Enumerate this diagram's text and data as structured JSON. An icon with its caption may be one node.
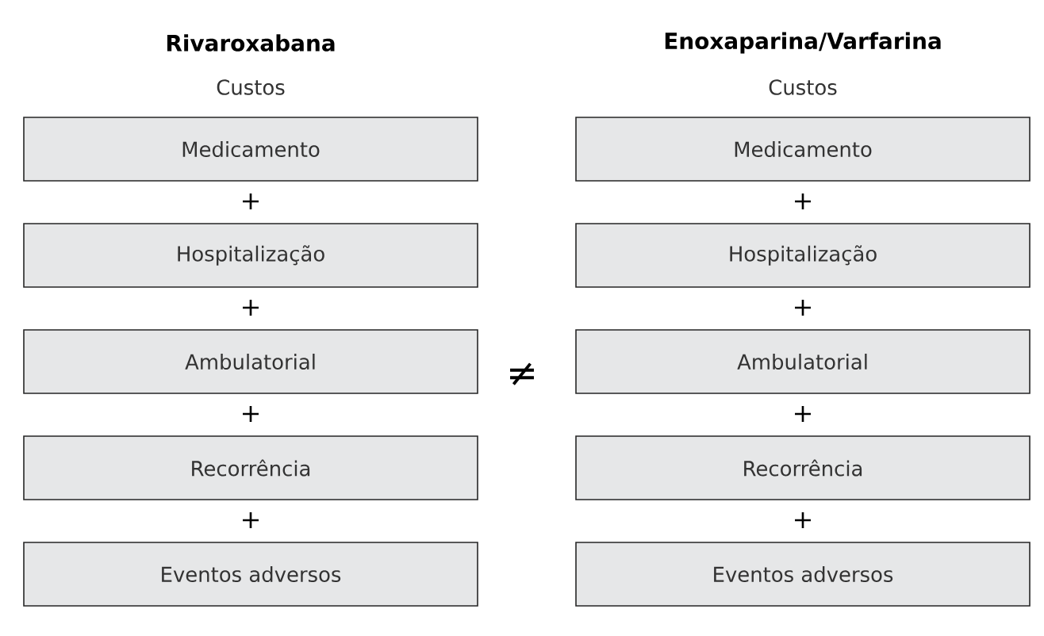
{
  "diagram": {
    "nodes": [
      {
        "text": [
          "Medicamento"
        ]
      },
      {
        "text": [
          "Hospitalização"
        ]
      },
      {
        "text": [
          "Ambulatorial"
        ]
      },
      {
        "text": [
          "Recorrência"
        ]
      },
      {
        "text": [
          "Eventos adversos"
        ]
      },
      {
        "text": [
          "Medicamento"
        ]
      },
      {
        "text": [
          "Hospitalização"
        ]
      },
      {
        "text": [
          "Ambulatorial"
        ]
      },
      {
        "text": [
          "Recorrência"
        ]
      },
      {
        "text": [
          "Eventos adversos"
        ]
      }
    ],
    "labels": [
      "Rivaroxabana",
      "Enoxaparina/Varfarina",
      "Custos",
      "Custos",
      "+",
      "+",
      "+",
      "+",
      "≠",
      "+",
      "+",
      "+",
      "+"
    ]
  }
}
